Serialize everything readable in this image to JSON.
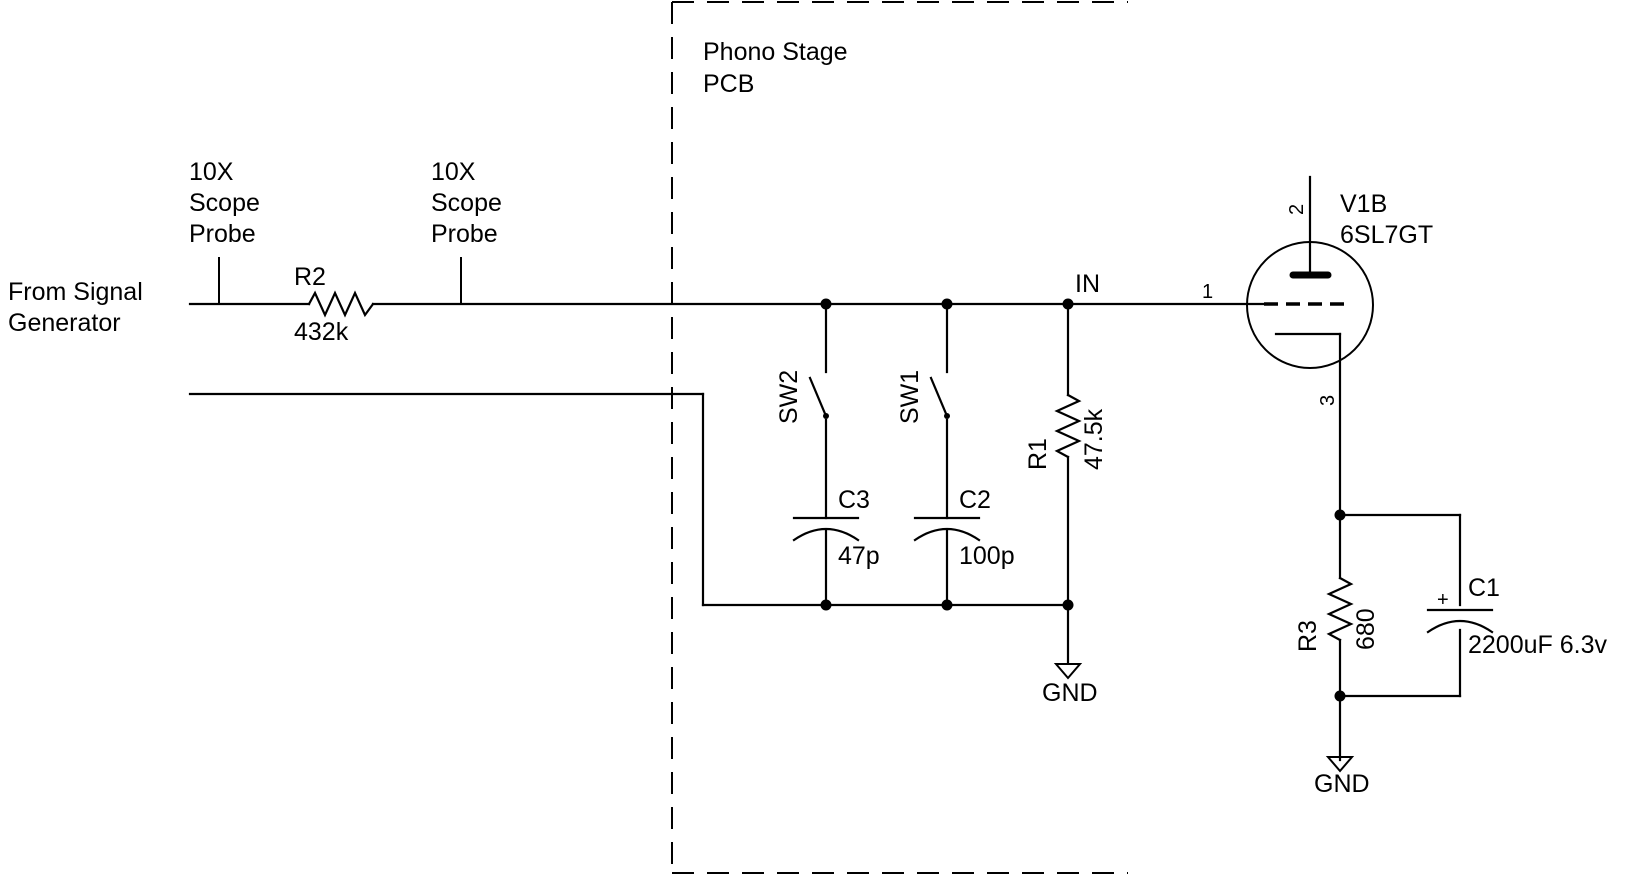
{
  "board": {
    "title_line1": "Phono Stage",
    "title_line2": "PCB"
  },
  "source": {
    "line1": "From Signal",
    "line2": "Generator"
  },
  "probes": [
    {
      "line1": "10X",
      "line2": "Scope",
      "line3": "Probe"
    },
    {
      "line1": "10X",
      "line2": "Scope",
      "line3": "Probe"
    }
  ],
  "components": {
    "r2": {
      "ref": "R2",
      "value": "432k"
    },
    "r1": {
      "ref": "R1",
      "value": "47.5k"
    },
    "r3": {
      "ref": "R3",
      "value": "680"
    },
    "sw1": {
      "ref": "SW1"
    },
    "sw2": {
      "ref": "SW2"
    },
    "c1": {
      "ref": "C1",
      "value": "2200uF 6.3v",
      "polarity": "+"
    },
    "c2": {
      "ref": "C2",
      "value": "100p"
    },
    "c3": {
      "ref": "C3",
      "value": "47p"
    },
    "v1b": {
      "ref": "V1B",
      "part": "6SL7GT",
      "pin_plate": "2",
      "pin_grid": "1",
      "pin_cathode": "3"
    }
  },
  "nets": {
    "input": "IN",
    "gnd1": "GND",
    "gnd2": "GND"
  }
}
